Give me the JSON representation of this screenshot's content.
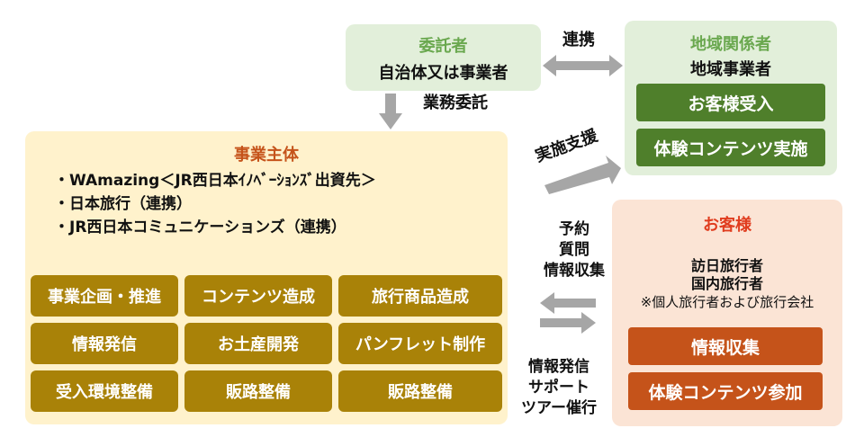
{
  "itaku": {
    "title": "委託者",
    "subtitle": "自治体又は事業者"
  },
  "chiiki": {
    "title": "地域関係者",
    "subtitle": "地域事業者",
    "buttons": [
      "お客様受入",
      "体験コンテンツ実施"
    ]
  },
  "jigyo": {
    "title": "事業主体",
    "bullets": [
      "・WAmazing＜JR西日本ｲﾉﾍﾞｰｼｮﾝｽﾞ出資先＞",
      "・日本旅行（連携）",
      "・JR西日本コミュニケーションズ（連携）"
    ],
    "grid": [
      [
        "事業企画・推進",
        "コンテンツ造成",
        "旅行商品造成"
      ],
      [
        "情報発信",
        "お土産開発",
        "パンフレット制作"
      ],
      [
        "受入環境整備",
        "販路整備",
        "販路整備"
      ]
    ]
  },
  "okyaku": {
    "title": "お客様",
    "lines": [
      "訪日旅行者",
      "国内旅行者",
      "※個人旅行者および旅行会社"
    ],
    "buttons": [
      "情報収集",
      "体験コンテンツ参加"
    ]
  },
  "labels": {
    "renkei": "連携",
    "gyomu": "業務委託",
    "shien": "実施支援",
    "yoyaku": [
      "予約",
      "質問",
      "情報収集"
    ],
    "hasshin": [
      "情報発信",
      "サポート",
      "ツアー催行"
    ]
  },
  "colors": {
    "green_bg": "#e2efda",
    "green_title": "#6aa84f",
    "green_button": "#4f7f2b",
    "yellow_bg": "#fff2cc",
    "gold_cell": "#a98208",
    "peach_bg": "#fbe4d5",
    "orange_button": "#c5531a",
    "red_title": "#e03c1e",
    "arrow": "#a6a6a6"
  }
}
